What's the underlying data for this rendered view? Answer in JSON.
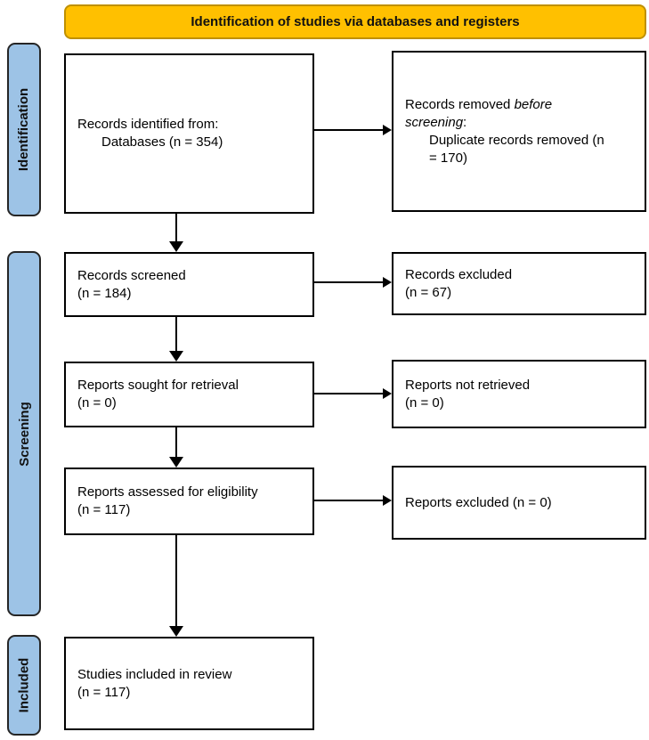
{
  "banner": {
    "title": "Identification of studies via databases and registers"
  },
  "stages": {
    "identification": "Identification",
    "screening": "Screening",
    "included": "Included"
  },
  "boxes": {
    "records_identified": {
      "line1": "Records identified from:",
      "line2": "Databases (n = 354)"
    },
    "records_removed": {
      "line1_pre": "Records removed",
      "line1_italic": "before",
      "line2_italic": "screening",
      "line2_post": ":",
      "line3": "Duplicate records removed (n",
      "line4": "= 170)"
    },
    "records_screened": {
      "line1": "Records screened",
      "line2": "(n = 184)"
    },
    "records_excluded": {
      "line1": "Records excluded",
      "line2": "(n = 67)"
    },
    "reports_sought": {
      "line1": "Reports sought for retrieval",
      "line2": "(n = 0)"
    },
    "reports_not_retrieved": {
      "line1": "Reports not retrieved",
      "line2": "(n = 0)"
    },
    "reports_assessed": {
      "line1": "Reports assessed for eligibility",
      "line2": "(n = 117)"
    },
    "reports_excluded": {
      "line1": "Reports excluded (n = 0)"
    },
    "studies_included": {
      "line1": "Studies included in review",
      "line2": "(n = 117)"
    }
  },
  "colors": {
    "banner_fill": "#FFC000",
    "banner_border": "#BF9000",
    "stage_fill": "#9DC3E6",
    "stage_border": "#262626",
    "box_border": "#000000",
    "arrow": "#000000",
    "text": "#000000"
  }
}
